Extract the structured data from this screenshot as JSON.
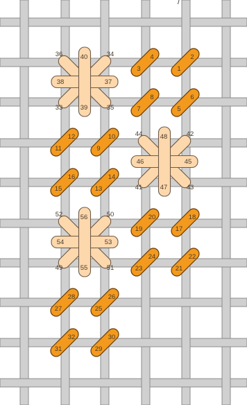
{
  "stray_mark": "/",
  "colors": {
    "background": "#ffffff",
    "grid_fill": "#d0d0d0",
    "grid_edge": "#8c8c8c",
    "diag_fill": "#f39a1e",
    "diag_edge": "#6a3a00",
    "star_fill": "#fdd8ad",
    "star_edge": "#6f5a45",
    "label": "#4a3a28"
  },
  "diagonal_stitches": [
    {
      "start": "1",
      "end": "2"
    },
    {
      "start": "3",
      "end": "4"
    },
    {
      "start": "5",
      "end": "6"
    },
    {
      "start": "7",
      "end": "8"
    },
    {
      "start": "9",
      "end": "10"
    },
    {
      "start": "11",
      "end": "12"
    },
    {
      "start": "13",
      "end": "14"
    },
    {
      "start": "15",
      "end": "16"
    },
    {
      "start": "17",
      "end": "18"
    },
    {
      "start": "19",
      "end": "20"
    },
    {
      "start": "21",
      "end": "22"
    },
    {
      "start": "23",
      "end": "24"
    },
    {
      "start": "25",
      "end": "26"
    },
    {
      "start": "27",
      "end": "28"
    },
    {
      "start": "29",
      "end": "30"
    },
    {
      "start": "31",
      "end": "32"
    }
  ],
  "star_stitches": [
    {
      "labels": [
        "33",
        "34",
        "35",
        "36",
        "37",
        "38",
        "39",
        "40"
      ]
    },
    {
      "labels": [
        "41",
        "42",
        "43",
        "44",
        "45",
        "46",
        "47",
        "48"
      ]
    },
    {
      "labels": [
        "49",
        "50",
        "51",
        "52",
        "53",
        "54",
        "55",
        "56"
      ]
    }
  ]
}
